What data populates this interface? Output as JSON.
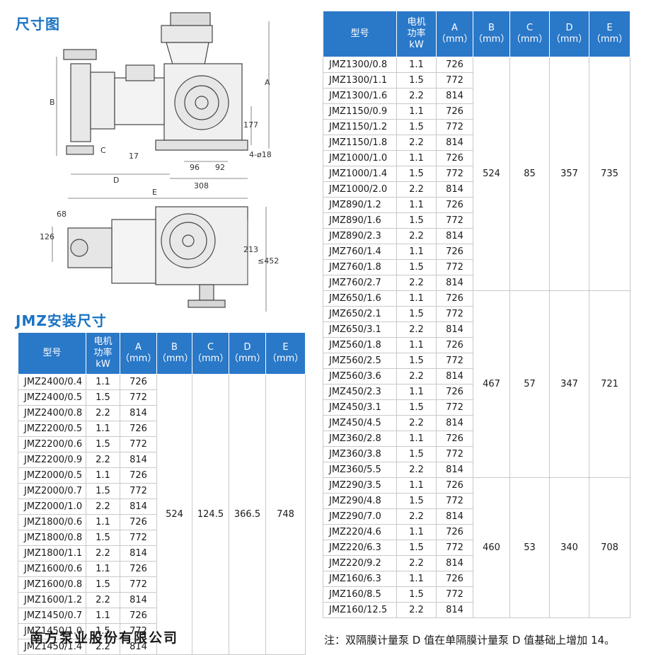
{
  "titles": {
    "dimension_drawing": "尺寸图",
    "install_dimensions": "JMZ安装尺寸"
  },
  "drawing_labels": {
    "top": {
      "A": "A",
      "B": "B",
      "C": "C",
      "D": "D",
      "d177": "177",
      "d17": "17",
      "d96": "96",
      "d92": "92",
      "bolt": "4-ø18",
      "d308": "308"
    },
    "bottom": {
      "E": "E",
      "d68": "68",
      "d126": "126",
      "d213": "213",
      "d452": "≤452"
    }
  },
  "table_headers": {
    "model": "型号",
    "motor_power": [
      "电机",
      "功率",
      "kW"
    ],
    "A": [
      "A",
      "（mm）"
    ],
    "B": [
      "B",
      "（mm）"
    ],
    "C": [
      "C",
      "（mm）"
    ],
    "D": [
      "D",
      "（mm）"
    ],
    "E": [
      "E",
      "（mm）"
    ]
  },
  "table_left": {
    "rows": [
      [
        "JMZ2400/0.4",
        "1.1",
        "726"
      ],
      [
        "JMZ2400/0.5",
        "1.5",
        "772"
      ],
      [
        "JMZ2400/0.8",
        "2.2",
        "814"
      ],
      [
        "JMZ2200/0.5",
        "1.1",
        "726"
      ],
      [
        "JMZ2200/0.6",
        "1.5",
        "772"
      ],
      [
        "JMZ2200/0.9",
        "2.2",
        "814"
      ],
      [
        "JMZ2000/0.5",
        "1.1",
        "726"
      ],
      [
        "JMZ2000/0.7",
        "1.5",
        "772"
      ],
      [
        "JMZ2000/1.0",
        "2.2",
        "814"
      ],
      [
        "JMZ1800/0.6",
        "1.1",
        "726"
      ],
      [
        "JMZ1800/0.8",
        "1.5",
        "772"
      ],
      [
        "JMZ1800/1.1",
        "2.2",
        "814"
      ],
      [
        "JMZ1600/0.6",
        "1.1",
        "726"
      ],
      [
        "JMZ1600/0.8",
        "1.5",
        "772"
      ],
      [
        "JMZ1600/1.2",
        "2.2",
        "814"
      ],
      [
        "JMZ1450/0.7",
        "1.1",
        "726"
      ],
      [
        "JMZ1450/1.0",
        "1.5",
        "772"
      ],
      [
        "JMZ1450/1.4",
        "2.2",
        "814"
      ]
    ],
    "groups": [
      {
        "span": 18,
        "B": "524",
        "C": "124.5",
        "D": "366.5",
        "E": "748"
      }
    ]
  },
  "table_right": {
    "rows": [
      [
        "JMZ1300/0.8",
        "1.1",
        "726"
      ],
      [
        "JMZ1300/1.1",
        "1.5",
        "772"
      ],
      [
        "JMZ1300/1.6",
        "2.2",
        "814"
      ],
      [
        "JMZ1150/0.9",
        "1.1",
        "726"
      ],
      [
        "JMZ1150/1.2",
        "1.5",
        "772"
      ],
      [
        "JMZ1150/1.8",
        "2.2",
        "814"
      ],
      [
        "JMZ1000/1.0",
        "1.1",
        "726"
      ],
      [
        "JMZ1000/1.4",
        "1.5",
        "772"
      ],
      [
        "JMZ1000/2.0",
        "2.2",
        "814"
      ],
      [
        "JMZ890/1.2",
        "1.1",
        "726"
      ],
      [
        "JMZ890/1.6",
        "1.5",
        "772"
      ],
      [
        "JMZ890/2.3",
        "2.2",
        "814"
      ],
      [
        "JMZ760/1.4",
        "1.1",
        "726"
      ],
      [
        "JMZ760/1.8",
        "1.5",
        "772"
      ],
      [
        "JMZ760/2.7",
        "2.2",
        "814"
      ],
      [
        "JMZ650/1.6",
        "1.1",
        "726"
      ],
      [
        "JMZ650/2.1",
        "1.5",
        "772"
      ],
      [
        "JMZ650/3.1",
        "2.2",
        "814"
      ],
      [
        "JMZ560/1.8",
        "1.1",
        "726"
      ],
      [
        "JMZ560/2.5",
        "1.5",
        "772"
      ],
      [
        "JMZ560/3.6",
        "2.2",
        "814"
      ],
      [
        "JMZ450/2.3",
        "1.1",
        "726"
      ],
      [
        "JMZ450/3.1",
        "1.5",
        "772"
      ],
      [
        "JMZ450/4.5",
        "2.2",
        "814"
      ],
      [
        "JMZ360/2.8",
        "1.1",
        "726"
      ],
      [
        "JMZ360/3.8",
        "1.5",
        "772"
      ],
      [
        "JMZ360/5.5",
        "2.2",
        "814"
      ],
      [
        "JMZ290/3.5",
        "1.1",
        "726"
      ],
      [
        "JMZ290/4.8",
        "1.5",
        "772"
      ],
      [
        "JMZ290/7.0",
        "2.2",
        "814"
      ],
      [
        "JMZ220/4.6",
        "1.1",
        "726"
      ],
      [
        "JMZ220/6.3",
        "1.5",
        "772"
      ],
      [
        "JMZ220/9.2",
        "2.2",
        "814"
      ],
      [
        "JMZ160/6.3",
        "1.1",
        "726"
      ],
      [
        "JMZ160/8.5",
        "1.5",
        "772"
      ],
      [
        "JMZ160/12.5",
        "2.2",
        "814"
      ]
    ],
    "groups": [
      {
        "span": 15,
        "B": "524",
        "C": "85",
        "D": "357",
        "E": "735"
      },
      {
        "span": 12,
        "B": "467",
        "C": "57",
        "D": "347",
        "E": "721"
      },
      {
        "span": 9,
        "B": "460",
        "C": "53",
        "D": "340",
        "E": "708"
      }
    ]
  },
  "footer": {
    "company": "南方泵业股份有限公司",
    "note": "注：双隔膜计量泵 D 值在单隔膜计量泵 D 值基础上增加 14。"
  },
  "colors": {
    "title": "#1a73c4",
    "header_bg": "#2a78c8"
  }
}
